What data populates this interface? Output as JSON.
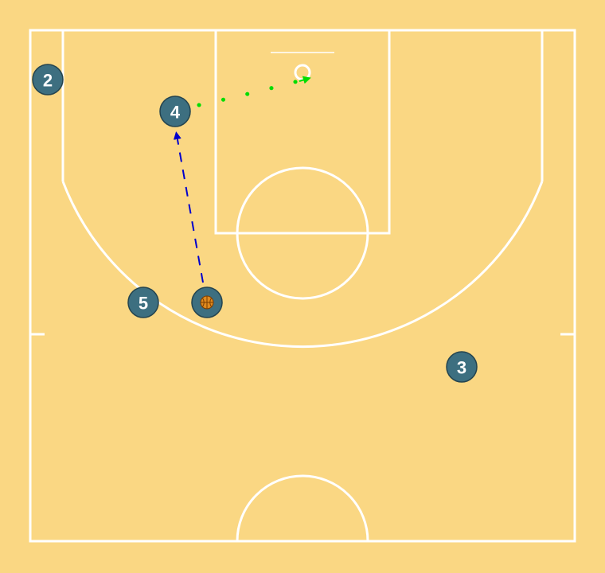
{
  "colors": {
    "court": "#fad783",
    "lines": "#ffffff",
    "player": "#3d6f80",
    "pass_arrow": "#00dd00",
    "dribble_arrow": "#0000cc",
    "ball": "#e08a1e"
  },
  "players": [
    {
      "id": "p2",
      "label": "2",
      "has_ball": false
    },
    {
      "id": "p4",
      "label": "4",
      "has_ball": false
    },
    {
      "id": "p5",
      "label": "5",
      "has_ball": false
    },
    {
      "id": "p1",
      "label": "",
      "has_ball": true
    },
    {
      "id": "p3",
      "label": "3",
      "has_ball": false
    }
  ],
  "actions": [
    {
      "type": "pass",
      "from": "p4",
      "to": "basket",
      "style": "dotted"
    },
    {
      "type": "dribble",
      "from": "p1",
      "to": "p4",
      "style": "dashed"
    }
  ],
  "icons": {
    "ball": "basketball-icon",
    "basket": "hoop-icon"
  }
}
